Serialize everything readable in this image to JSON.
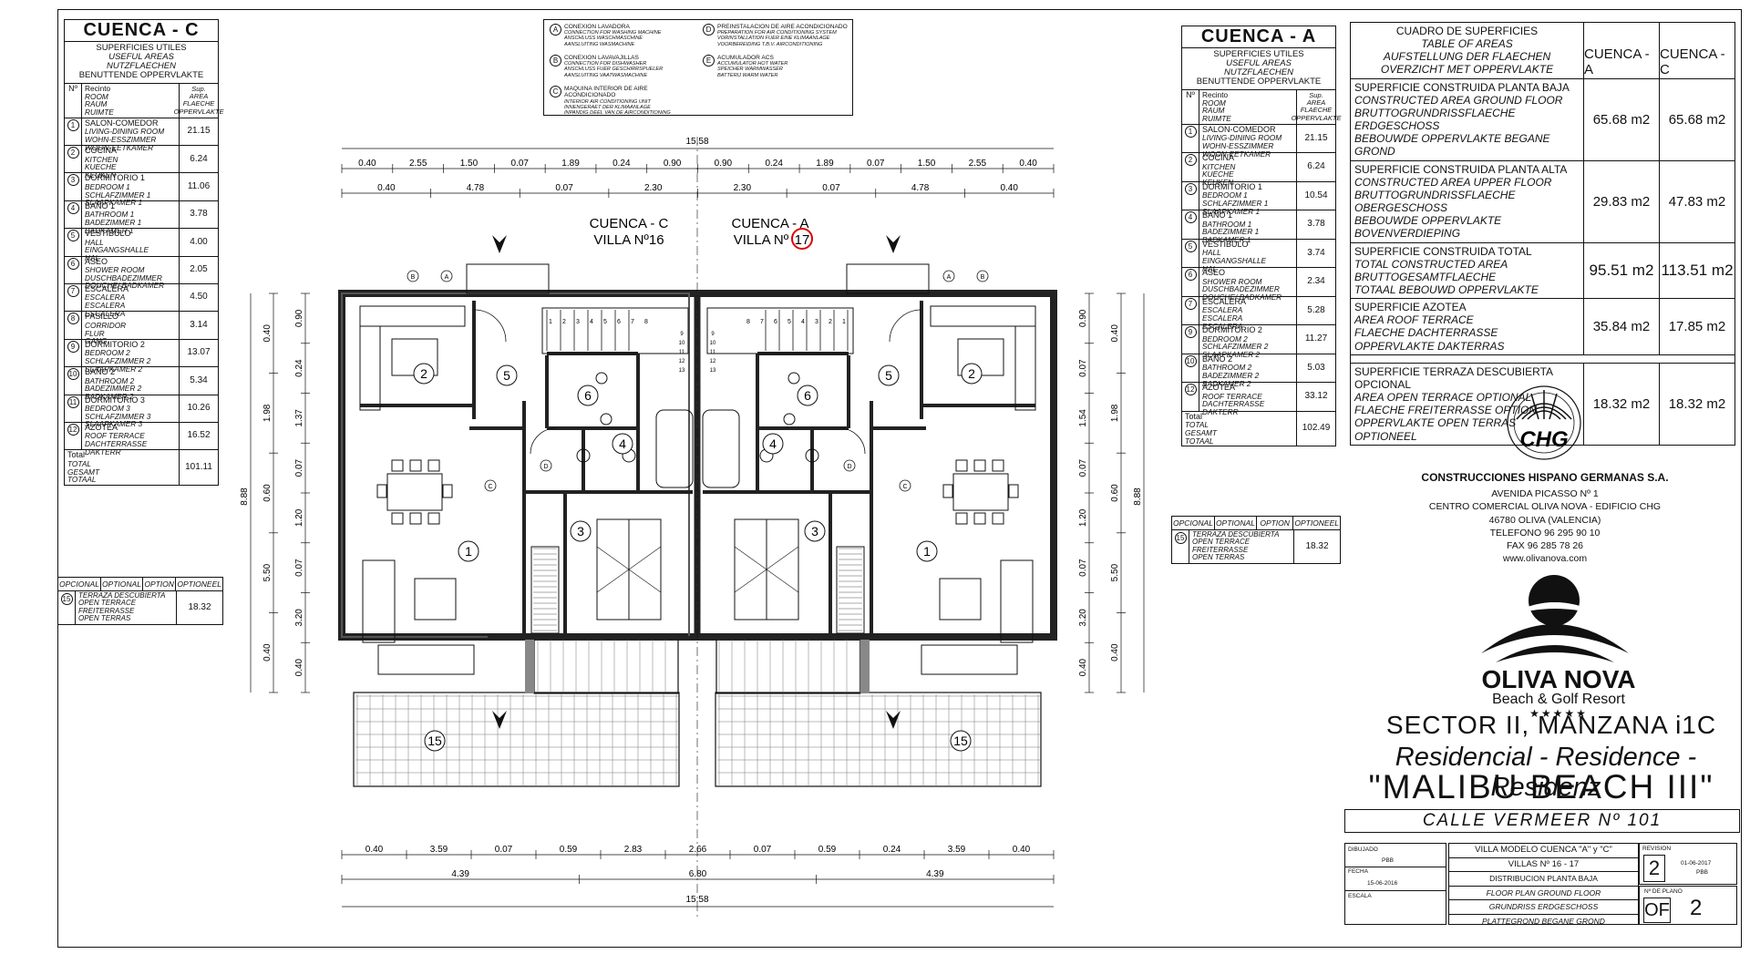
{
  "cuenca_c_table": {
    "title": "CUENCA - C",
    "header": [
      "SUPERFICIES UTILES",
      "USEFUL AREAS",
      "NUTZFLAECHEN",
      "BENUTTENDE OPPERVLAKTE"
    ],
    "col_no": "Nº",
    "col_room": [
      "Recinto",
      "ROOM",
      "RAUM",
      "RUIMTE"
    ],
    "col_area": [
      "Sup.",
      "AREA",
      "FLAECHE",
      "OPPERVLAKTE"
    ],
    "rows": [
      {
        "n": "1",
        "names": [
          "SALON-COMEDOR",
          "LIVING-DINING ROOM",
          "WOHN-ESSZIMMER",
          "WOON-EETKAMER"
        ],
        "area": "21.15"
      },
      {
        "n": "2",
        "names": [
          "COCINA",
          "KITCHEN",
          "KUECHE",
          "KEUKEN"
        ],
        "area": "6.24"
      },
      {
        "n": "3",
        "names": [
          "DORMITORIO 1",
          "BEDROOM 1",
          "SCHLAFZIMMER 1",
          "SLAAPKAMER 1"
        ],
        "area": "11.06"
      },
      {
        "n": "4",
        "names": [
          "BAÑO 1",
          "BATHROOM 1",
          "BADEZIMMER 1",
          "BADKAMER 1"
        ],
        "area": "3.78"
      },
      {
        "n": "5",
        "names": [
          "VESTIBULO",
          "HALL",
          "EINGANGSHALLE",
          "HAL"
        ],
        "area": "4.00"
      },
      {
        "n": "6",
        "names": [
          "ASEO",
          "SHOWER ROOM",
          "DUSCHBADEZIMMER",
          "DOUCHE/ BADKAMER"
        ],
        "area": "2.05"
      },
      {
        "n": "7",
        "names": [
          "ESCALERA",
          "ESCALERA",
          "ESCALERA",
          "ESCALERA"
        ],
        "area": "4.50"
      },
      {
        "n": "8",
        "names": [
          "PASILLO",
          "CORRIDOR",
          "FLUR",
          "GANG"
        ],
        "area": "3.14"
      },
      {
        "n": "9",
        "names": [
          "DORMITORIO 2",
          "BEDROOM 2",
          "SCHLAFZIMMER 2",
          "SLAAPKAMER 2"
        ],
        "area": "13.07"
      },
      {
        "n": "10",
        "names": [
          "BAÑO 2",
          "BATHROOM 2",
          "BADEZIMMER 2",
          "BADKAMER 2"
        ],
        "area": "5.34"
      },
      {
        "n": "11",
        "names": [
          "DORMITORIO 3",
          "BEDROOM 3",
          "SCHLAFZIMMER 3",
          "SLAAPKAMER 3"
        ],
        "area": "10.26"
      },
      {
        "n": "12",
        "names": [
          "AZOTEA",
          "ROOF TERRACE",
          "DACHTERRASSE",
          "DAKTERR"
        ],
        "area": "16.52"
      }
    ],
    "total": {
      "names": [
        "Total",
        "TOTAL",
        "GESAMT",
        "TOTAAL"
      ],
      "area": "101.11"
    },
    "optional_headers": [
      "OPCIONAL",
      "OPTIONAL",
      "OPTION",
      "OPTIONEEL"
    ],
    "optional": {
      "n": "15",
      "names": [
        "TERRAZA DESCUBIERTA",
        "OPEN TERRACE",
        "FREITERRASSE",
        "OPEN TERRAS"
      ],
      "area": "18.32"
    }
  },
  "cuenca_a_table": {
    "title": "CUENCA - A",
    "header": [
      "SUPERFICIES UTILES",
      "USEFUL AREAS",
      "NUTZFLAECHEN",
      "BENUTTENDE OPPERVLAKTE"
    ],
    "col_no": "Nº",
    "col_room": [
      "Recinto",
      "ROOM",
      "RAUM",
      "RUIMTE"
    ],
    "col_area": [
      "Sup.",
      "AREA",
      "FLAECHE",
      "OPPERVLAKTE"
    ],
    "rows": [
      {
        "n": "1",
        "names": [
          "SALON-COMEDOR",
          "LIVING-DINING ROOM",
          "WOHN-ESSZIMMER",
          "WOON-EETKAMER"
        ],
        "area": "21.15"
      },
      {
        "n": "2",
        "names": [
          "COCINA",
          "KITCHEN",
          "KUECHE",
          "KEUKEN"
        ],
        "area": "6.24"
      },
      {
        "n": "3",
        "names": [
          "DORMITORIO 1",
          "BEDROOM 1",
          "SCHLAFZIMMER 1",
          "SLAAPKAMER 1"
        ],
        "area": "10.54"
      },
      {
        "n": "4",
        "names": [
          "BAÑO 1",
          "BATHROOM 1",
          "BADEZIMMER 1",
          "BADKAMER 1"
        ],
        "area": "3.78"
      },
      {
        "n": "5",
        "names": [
          "VESTIBULO",
          "HALL",
          "EINGANGSHALLE",
          "HAL"
        ],
        "area": "3.74"
      },
      {
        "n": "6",
        "names": [
          "ASEO",
          "SHOWER ROOM",
          "DUSCHBADEZIMMER",
          "DOUCHE/ BADKAMER"
        ],
        "area": "2.34"
      },
      {
        "n": "7",
        "names": [
          "ESCALERA",
          "ESCALERA",
          "ESCALERA",
          "ESCALERA"
        ],
        "area": "5.28"
      },
      {
        "n": "9",
        "names": [
          "DORMITORIO 2",
          "BEDROOM 2",
          "SCHLAFZIMMER 2",
          "SLAAPKAMER 2"
        ],
        "area": "11.27"
      },
      {
        "n": "10",
        "names": [
          "BAÑO 2",
          "BATHROOM 2",
          "BADEZIMMER 2",
          "BADKAMER 2"
        ],
        "area": "5.03"
      },
      {
        "n": "12",
        "names": [
          "AZOTEA",
          "ROOF TERRACE",
          "DACHTERRASSE",
          "DAKTERR"
        ],
        "area": "33.12"
      }
    ],
    "total": {
      "names": [
        "Total",
        "TOTAL",
        "GESAMT",
        "TOTAAL"
      ],
      "area": "102.49"
    },
    "optional_headers": [
      "OPCIONAL",
      "OPTIONAL",
      "OPTION",
      "OPTIONEEL"
    ],
    "optional": {
      "n": "15",
      "names": [
        "TERRAZA DESCUBIERTA",
        "OPEN TERRACE",
        "FREITERRASSE",
        "OPEN TERRAS"
      ],
      "area": "18.32"
    }
  },
  "legend": {
    "items": [
      {
        "key": "A",
        "lines": [
          "CONEXION LAVADORA",
          "CONNECTION FOR WASHING MACHINE",
          "ANSCHLUSS WASCHMASCHINE",
          "AANSLUITING WASMACHINE"
        ]
      },
      {
        "key": "B",
        "lines": [
          "CONEXION LAVAVAJILLAS",
          "CONNECTION FOR DISHWASHER",
          "ANSCHLUSS FUER GESCHIRRSPUELER",
          "AANSLUITING VAATWASMACHINE"
        ]
      },
      {
        "key": "C",
        "lines": [
          "MAQUINA INTERIOR DE AIRE ACONDICIONADO",
          "INTERIOR AIR CONDITIONING UNIT",
          "INNENGERAET DER KLIMAANLAGE",
          "INPANDIG DEEL VAN DE AIRCONDITIONING"
        ]
      },
      {
        "key": "D",
        "lines": [
          "PREINSTALACION DE AIRE ACONDICIONADO",
          "PREPARATION FOR AIR CONDITIONING SYSTEM",
          "VORINSTALLATION FUER EINE KLIMAANLAGE",
          "VOORBEREIDING T.B.V. AIRCONDITIONING"
        ]
      },
      {
        "key": "E",
        "lines": [
          "ACUMULADOR ACS",
          "ACCUMULATOR HOT WATER",
          "SPEICHER WARMWASSER",
          "BATTERIJ WARM WATER"
        ]
      }
    ]
  },
  "summary": {
    "caption": [
      "CUADRO DE SUPERFICIES",
      "TABLE OF AREAS",
      "AUFSTELLUNG DER FLAECHEN",
      "OVERZICHT MET OPPERVLAKTE"
    ],
    "col_a": "CUENCA - A",
    "col_c": "CUENCA - C",
    "rows": [
      {
        "lines": [
          "SUPERFICIE CONSTRUIDA PLANTA BAJA",
          "CONSTRUCTED AREA GROUND FLOOR",
          "BRUTTOGRUNDRISSFLAECHE ERDGESCHOSS",
          "BEBOUWDE OPPERVLAKTE BEGANE GROND"
        ],
        "a": "65.68 m2",
        "c": "65.68 m2"
      },
      {
        "lines": [
          "SUPERFICIE CONSTRUIDA PLANTA ALTA",
          "CONSTRUCTED AREA UPPER FLOOR",
          "BRUTTOGRUNDRISSFLAECHE OBERGESCHOSS",
          "BEBOUWDE OPPERVLAKTE BOVENVERDIEPING"
        ],
        "a": "29.83 m2",
        "c": "47.83 m2"
      },
      {
        "lines": [
          "SUPERFICIE CONSTRUIDA TOTAL",
          "TOTAL CONSTRUCTED AREA",
          "BRUTTOGESAMTFLAECHE",
          "TOTAAL BEBOUWD OPPERVLAKTE"
        ],
        "a": "95.51 m2",
        "c": "113.51 m2"
      },
      {
        "lines": [
          "SUPERFICIE AZOTEA",
          "AREA ROOF TERRACE",
          "FLAECHE DACHTERRASSE",
          "OPPERVLAKTE DAKTERRAS"
        ],
        "a": "35.84 m2",
        "c": "17.85 m2"
      }
    ],
    "optional_row": {
      "lines": [
        "SUPERFICIE TERRAZA DESCUBIERTA OPCIONAL",
        "AREA OPEN TERRACE OPTIONAL",
        "FLAECHE FREITERRASSE OPTION",
        "OPPERVLAKTE OPEN TERRAS OPTIONEEL"
      ],
      "a": "18.32 m2",
      "c": "18.32 m2"
    }
  },
  "company": {
    "logo_text": "CHG",
    "name": "CONSTRUCCIONES HISPANO GERMANAS S.A.",
    "lines": [
      "AVENIDA PICASSO Nº 1",
      "CENTRO COMERCIAL OLIVA NOVA - EDIFICIO CHG",
      "46780 OLIVA (VALENCIA)",
      "TELEFONO 96 295 90 10",
      "FAX 96 285 78 26",
      "www.olivanova.com"
    ]
  },
  "brand": {
    "name": "OLIVA NOVA",
    "subtitle": "Beach & Golf Resort",
    "stars": "★★★★★"
  },
  "project": {
    "sector": "SECTOR  II, MANZANA  i1C",
    "residence": "Residencial - Residence - Residenz",
    "name": "\"MALIBU BEACH III\"",
    "street": "CALLE VERMEER  Nº 101"
  },
  "title_block": {
    "dibujado_label": "DIBUJADO",
    "dibujado": "PBB",
    "fecha_label": "FECHA",
    "fecha": "15-06-2016",
    "escala_label": "ESCALA",
    "desc": [
      "VILLA MODELO CUENCA \"A\" y \"C\"",
      "VILLAS Nº 16 - 17",
      "DISTRIBUCION PLANTA BAJA",
      "FLOOR PLAN GROUND FLOOR",
      "GRUNDRISS ERDGESCHOSS",
      "PLATTEGROND BEGANE GROND"
    ],
    "revision_label": "REVISION",
    "revision": "2",
    "revision_date": "01-06-2017",
    "revision_by": "PBB",
    "plano_label": "Nº  DE  PLANO",
    "of_label": "OF",
    "plano": "2"
  },
  "plan": {
    "left_title": "CUENCA - C",
    "left_villa": "VILLA Nº16",
    "right_title": "CUENCA - A",
    "right_villa_prefix": "VILLA Nº",
    "right_villa_number": "17",
    "top_dims_row1": [
      "0.40",
      "2.55",
      "1.50",
      "0.07",
      "1.89",
      "0.24",
      "0.90",
      "0.90",
      "0.24",
      "1.89",
      "0.07",
      "1.50",
      "2.55",
      "0.40"
    ],
    "top_dims_row2": [
      "0.40",
      "4.78",
      "0.07",
      "2.30",
      "2.30",
      "0.07",
      "4.78",
      "0.40"
    ],
    "top_overall": "15.58",
    "bottom_dims_row1": [
      "0.40",
      "3.59",
      "0.07",
      "0.59",
      "2.83",
      "2.66",
      "0.07",
      "0.59",
      "0.24",
      "3.59",
      "0.40"
    ],
    "bottom_dims_row2": [
      "4.39",
      "6.80",
      "4.39"
    ],
    "bottom_overall": "15.58",
    "left_dims_inner": [
      "0.90",
      "0.24",
      "1.37",
      "0.07",
      "1.20",
      "0.07",
      "3.20",
      "0.40"
    ],
    "left_dims_outer": [
      "0.40",
      "1.98",
      "0.60",
      "5.50",
      "0.40"
    ],
    "left_overall": "8.88",
    "right_dims_inner": [
      "0.90",
      "0.07",
      "1.54",
      "0.07",
      "1.20",
      "0.07",
      "3.20",
      "0.40"
    ],
    "right_dims_outer": [
      "0.40",
      "1.98",
      "0.60",
      "5.50",
      "0.40"
    ],
    "right_overall": "8.88",
    "room_labels": [
      "1",
      "2",
      "3",
      "4",
      "5",
      "6",
      "15"
    ],
    "fixture_labels": [
      "A",
      "B",
      "C",
      "D"
    ],
    "stair_numbers": [
      "1",
      "2",
      "3",
      "4",
      "5",
      "6",
      "7",
      "8",
      "9",
      "10",
      "11",
      "12",
      "13"
    ]
  }
}
